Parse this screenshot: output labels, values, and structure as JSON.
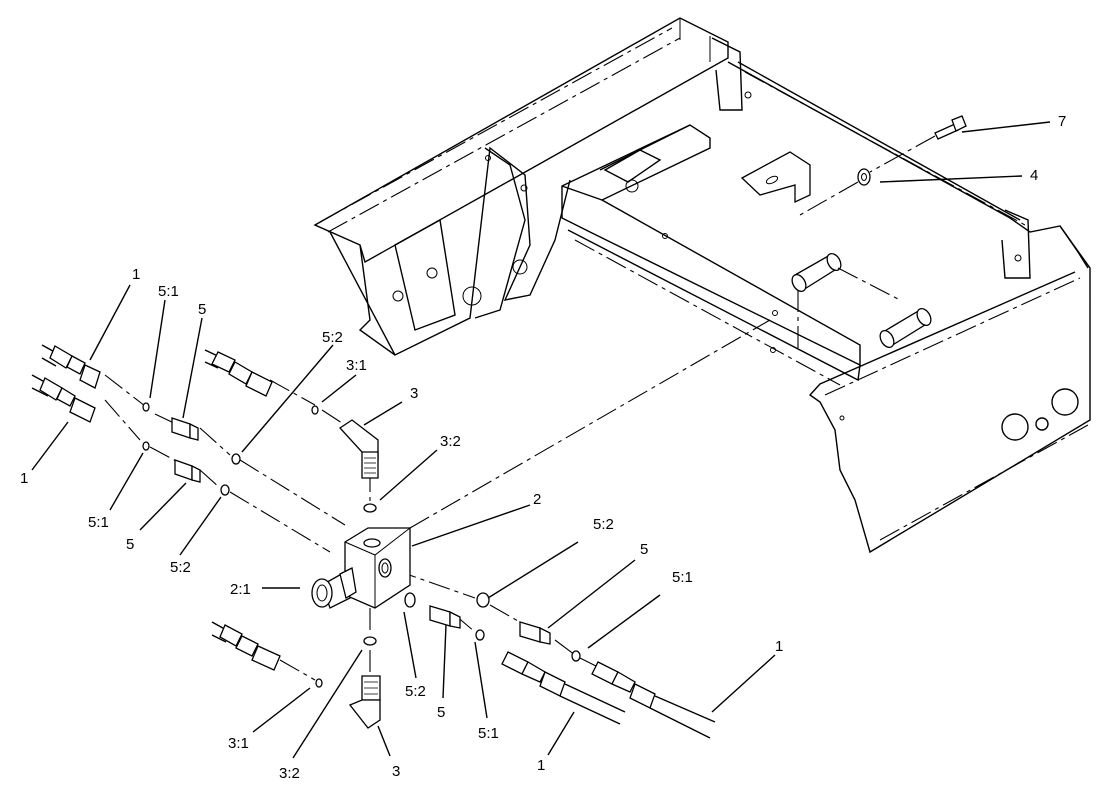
{
  "callouts": {
    "c7": "7",
    "c4": "4",
    "c1_top": "1",
    "c5_1_top": "5:1",
    "c5_top": "5",
    "c5_2_top": "5:2",
    "c3_1_top": "3:1",
    "c3_top": "3",
    "c3_2_top": "3:2",
    "c1_left": "1",
    "c5_1_left": "5:1",
    "c5_left": "5",
    "c5_2_left": "5:2",
    "c2": "2",
    "c2_1": "2:1",
    "c5_2_right": "5:2",
    "c5_right": "5",
    "c5_1_right": "5:1",
    "c1_right": "1",
    "c5_2_bot": "5:2",
    "c5_bot": "5",
    "c5_1_bot": "5:1",
    "c1_bot": "1",
    "c3_1_bot": "3:1",
    "c3_2_bot": "3:2",
    "c3_bot": "3"
  }
}
